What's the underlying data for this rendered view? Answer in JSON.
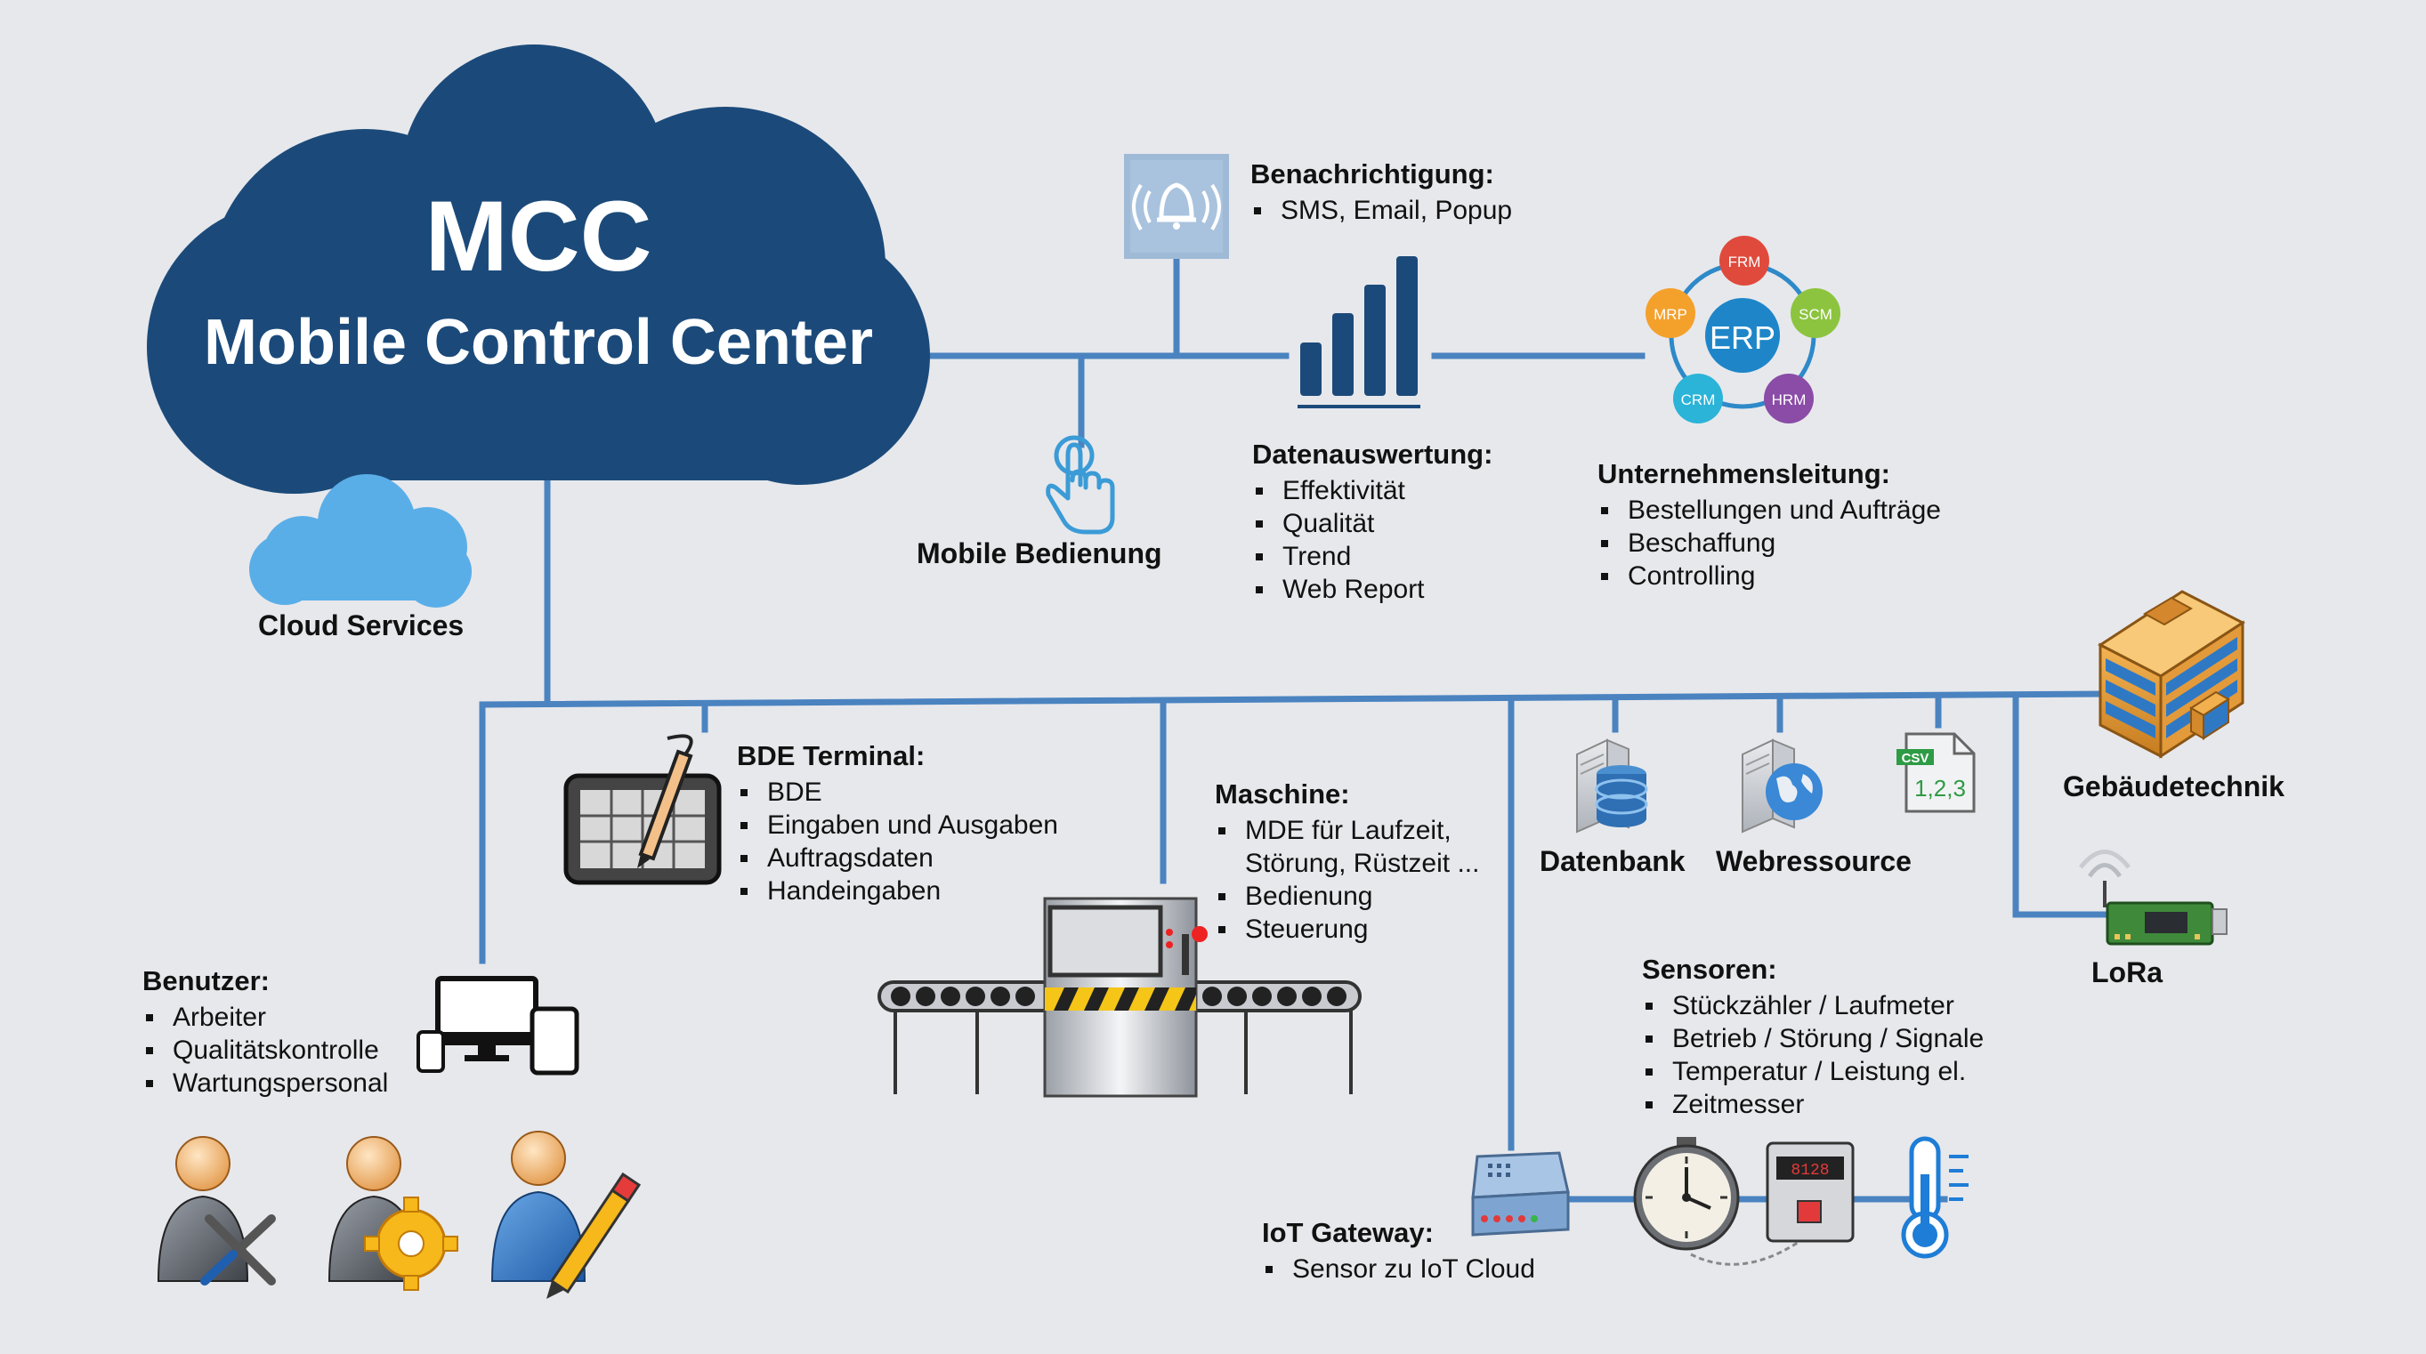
{
  "mcc": {
    "title": "MCC",
    "subtitle": "Mobile Control Center"
  },
  "cloud_services": {
    "label": "Cloud Services"
  },
  "benachrichtigung": {
    "title": "Benachrichtigung:",
    "items": [
      "SMS, Email, Popup"
    ]
  },
  "mobile_bedienung": {
    "label": "Mobile Bedienung"
  },
  "datenauswertung": {
    "title": "Datenauswertung:",
    "items": [
      "Effektivität",
      "Qualität",
      "Trend",
      "Web Report"
    ]
  },
  "erp": {
    "center": "ERP",
    "nodes": [
      "FRM",
      "SCM",
      "HRM",
      "CRM",
      "MRP"
    ]
  },
  "unternehmensleitung": {
    "title": "Unternehmensleitung:",
    "items": [
      "Bestellungen und Aufträge",
      "Beschaffung",
      "Controlling"
    ]
  },
  "bde_terminal": {
    "title": "BDE Terminal:",
    "items": [
      "BDE",
      "Eingaben und Ausgaben",
      "Auftragsdaten",
      "Handeingaben"
    ]
  },
  "maschine": {
    "title": "Maschine:",
    "items": [
      "MDE für Laufzeit,",
      "Störung, Rüstzeit ...",
      "Bedienung",
      "Steuerung"
    ]
  },
  "datenbank": {
    "label": "Datenbank"
  },
  "webressource": {
    "label": "Webressource"
  },
  "csv": {
    "badge": "CSV",
    "text": "1,2,3"
  },
  "gebaeudetechnik": {
    "label": "Gebäudetechnik"
  },
  "lora": {
    "label": "LoRa"
  },
  "benutzer": {
    "title": "Benutzer:",
    "items": [
      "Arbeiter",
      "Qualitätskontrolle",
      "Wartungspersonal"
    ]
  },
  "sensoren": {
    "title": "Sensoren:",
    "items": [
      "Stückzähler / Laufmeter",
      "Betrieb / Störung / Signale",
      "Temperatur / Leistung el.",
      "Zeitmesser"
    ]
  },
  "iot_gateway": {
    "title": "IoT Gateway:",
    "items": [
      "Sensor zu IoT Cloud"
    ]
  },
  "colors": {
    "background": "#e7e8ec",
    "cloud": "#1b4a7a",
    "line": "#4a83c0",
    "cloud_light": "#5aaee8"
  }
}
